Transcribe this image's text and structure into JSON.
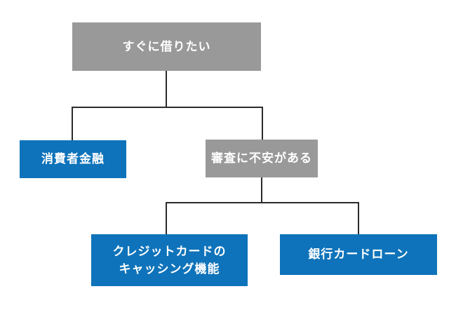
{
  "diagram": {
    "type": "flowchart-decision-tree",
    "background_color": "#ffffff",
    "colors": {
      "gray_node": "#999999",
      "blue_node": "#0e73ba",
      "connector_line": "#2b2b2b",
      "node_text": "#ffffff"
    },
    "nodes": {
      "root": {
        "label": "すぐに借りたい",
        "variant": "gray"
      },
      "consumer_finance": {
        "label": "消費者金融",
        "variant": "blue"
      },
      "screening_anxiety": {
        "label": "審査に不安がある",
        "variant": "gray"
      },
      "credit_card_cashing": {
        "line1": "クレジットカードの",
        "line2": "キャッシング機能",
        "variant": "blue"
      },
      "bank_card_loan": {
        "label": "銀行カードローン",
        "variant": "blue"
      }
    },
    "edges": [
      {
        "from": "すぐに借りたい",
        "to": "消費者金融"
      },
      {
        "from": "すぐに借りたい",
        "to": "審査に不安がある"
      },
      {
        "from": "審査に不安がある",
        "to": "クレジットカードの キャッシング機能"
      },
      {
        "from": "審査に不安がある",
        "to": "銀行カードローン"
      }
    ]
  }
}
